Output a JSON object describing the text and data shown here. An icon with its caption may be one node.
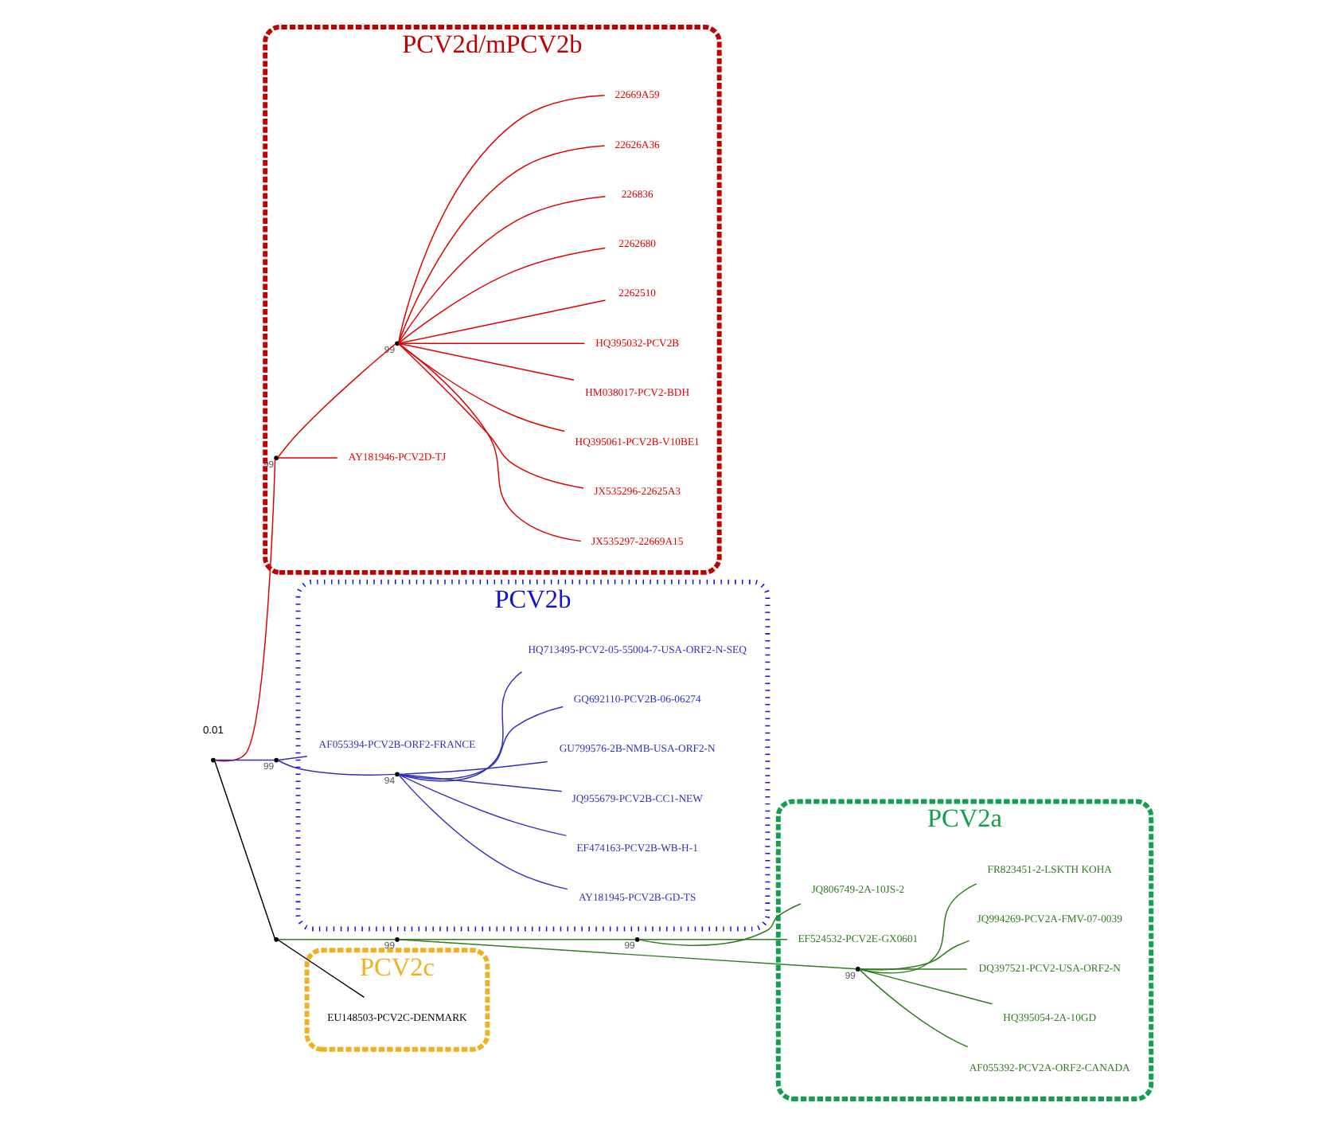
{
  "diagram": {
    "nodes": [
      {
        "text": [
          "PCV2d/mPCV2b"
        ]
      },
      {
        "text": [
          "AY181946-PCV2D-TJ"
        ],
        "in": 0
      },
      {
        "text": [
          "JX535297-22669A15"
        ],
        "in": 0
      },
      {
        "text": [
          "JX535296-22625A3"
        ],
        "in": 0
      },
      {
        "text": [
          "HQ395061-PCV2B-V10BE1"
        ],
        "in": 0
      },
      {
        "text": [
          "HM038017-PCV2-BDH"
        ],
        "in": 0
      },
      {
        "text": [
          "HQ395032-PCV2B"
        ],
        "in": 0
      },
      {
        "text": [
          "2262510"
        ],
        "in": 0
      },
      {
        "text": [
          "2262680"
        ],
        "in": 0
      },
      {
        "text": [
          "226836"
        ],
        "in": 0
      },
      {
        "text": [
          "22626A36"
        ],
        "in": 0
      },
      {
        "text": [
          "22669A59"
        ],
        "in": 0
      },
      {
        "text": [],
        "shape": "point",
        "in": 0,
        "beside": [
          "99"
        ]
      },
      {
        "text": [],
        "shape": "point",
        "in": 0,
        "beside": [
          "99"
        ]
      },
      {
        "text": [
          "PCV2b"
        ]
      },
      {
        "text": [
          "AF055394-PCV2B-ORF2-FRANCE"
        ],
        "in": 14
      },
      {
        "text": [
          "AY181945-PCV2B-GD-TS"
        ],
        "in": 14
      },
      {
        "text": [
          "EF474163-PCV2B-WB-H-1"
        ],
        "in": 14
      },
      {
        "text": [
          "JQ955679-PCV2B-CC1-NEW"
        ],
        "in": 14
      },
      {
        "text": [
          "GU799576-2B-NMB-USA-ORF2-N"
        ],
        "in": 14
      },
      {
        "text": [
          "GQ692110-PCV2B-06-06274"
        ],
        "in": 14
      },
      {
        "text": [
          "HQ713495-PCV2-05-55004-7-USA-ORF2-N-SEQ"
        ],
        "in": 14
      },
      {
        "text": [],
        "shape": "point",
        "in": 14,
        "beside": [
          "94"
        ]
      },
      {
        "text": [],
        "shape": "point"
      },
      {
        "text": [],
        "shape": "point",
        "beside": [
          "99"
        ]
      },
      {
        "text": [],
        "shape": "point"
      },
      {
        "text": [],
        "shape": "point",
        "beside": [
          "99"
        ]
      },
      {
        "text": [],
        "shape": "point",
        "beside": [
          "99"
        ]
      },
      {
        "text": [
          "PCV2a"
        ]
      },
      {
        "text": [
          "JQ806749-2A-10JS-2"
        ],
        "in": 28
      },
      {
        "text": [
          "EF524532-PCV2E-GX0601"
        ],
        "in": 28
      },
      {
        "text": [
          "AF055392-PCV2A-ORF2-CANADA"
        ],
        "in": 28
      },
      {
        "text": [
          "HQ395054-2A-10GD"
        ],
        "in": 28
      },
      {
        "text": [
          "DQ397521-PCV2-USA-ORF2-N"
        ],
        "in": 28
      },
      {
        "text": [
          "JQ994269-PCV2A-FMV-07-0039"
        ],
        "in": 28
      },
      {
        "text": [
          "FR823451-2-LSKTH KOHA"
        ],
        "in": 28
      },
      {
        "text": [],
        "shape": "point",
        "in": 28,
        "beside": [
          "99"
        ]
      },
      {
        "text": [
          "PCV2c"
        ]
      },
      {
        "text": [
          "EU148503-PCV2C-DENMARK"
        ],
        "in": 37
      }
    ],
    "edges": [
      {
        "from": 23,
        "to": 12,
        "arrow": "none",
        "color": "#e00000"
      },
      {
        "from": 12,
        "to": 1,
        "arrow": "none",
        "color": "#e00000"
      },
      {
        "from": 12,
        "to": 13,
        "arrow": "none",
        "color": "#e00000"
      },
      {
        "from": 13,
        "to": 2,
        "arrow": "none",
        "color": "#e00000"
      },
      {
        "from": 13,
        "to": 3,
        "arrow": "none",
        "color": "#e00000"
      },
      {
        "from": 13,
        "to": 4,
        "arrow": "none",
        "color": "#e00000"
      },
      {
        "from": 13,
        "to": 5,
        "arrow": "none",
        "color": "#e00000"
      },
      {
        "from": 13,
        "to": 6,
        "arrow": "none",
        "color": "#e00000"
      },
      {
        "from": 13,
        "to": 7,
        "arrow": "none",
        "color": "#e00000"
      },
      {
        "from": 13,
        "to": 8,
        "arrow": "none",
        "color": "#e00000"
      },
      {
        "from": 13,
        "to": 9,
        "arrow": "none",
        "color": "#e00000"
      },
      {
        "from": 13,
        "to": 10,
        "arrow": "none",
        "color": "#e00000"
      },
      {
        "from": 13,
        "to": 11,
        "arrow": "none",
        "color": "#e00000"
      },
      {
        "from": 23,
        "to": 24,
        "arrow": "none",
        "color": "#3030c0"
      },
      {
        "from": 24,
        "to": 15,
        "arrow": "none",
        "color": "#3030c0"
      },
      {
        "from": 24,
        "to": 22,
        "arrow": "none",
        "color": "#3030c0"
      },
      {
        "from": 22,
        "to": 16,
        "arrow": "none",
        "color": "#3030c0"
      },
      {
        "from": 22,
        "to": 17,
        "arrow": "none",
        "color": "#3030c0"
      },
      {
        "from": 22,
        "to": 18,
        "arrow": "none",
        "color": "#3030c0"
      },
      {
        "from": 22,
        "to": 19,
        "arrow": "none",
        "color": "#3030c0"
      },
      {
        "from": 22,
        "to": 20,
        "arrow": "none",
        "color": "#3030c0"
      },
      {
        "from": 22,
        "to": 21,
        "arrow": "none",
        "color": "#3030c0"
      },
      {
        "from": 23,
        "to": 25,
        "arrow": "none",
        "color": "#000000"
      },
      {
        "from": 25,
        "to": 38,
        "arrow": "none",
        "color": "#000000"
      },
      {
        "from": 25,
        "to": 26,
        "arrow": "none",
        "color": "#2e7d1e"
      },
      {
        "from": 26,
        "to": 27,
        "arrow": "none",
        "color": "#2e7d1e"
      },
      {
        "from": 27,
        "to": 29,
        "arrow": "none",
        "color": "#2e7d1e"
      },
      {
        "from": 27,
        "to": 30,
        "arrow": "none",
        "color": "#2e7d1e"
      },
      {
        "from": 26,
        "to": 36,
        "arrow": "none",
        "color": "#2e7d1e"
      },
      {
        "from": 36,
        "to": 31,
        "arrow": "none",
        "color": "#2e7d1e"
      },
      {
        "from": 36,
        "to": 32,
        "arrow": "none",
        "color": "#2e7d1e"
      },
      {
        "from": 36,
        "to": 33,
        "arrow": "none",
        "color": "#2e7d1e"
      },
      {
        "from": 36,
        "to": 34,
        "arrow": "none",
        "color": "#2e7d1e"
      },
      {
        "from": 36,
        "to": 35,
        "arrow": "none",
        "color": "#2e7d1e"
      }
    ],
    "labels": [
      "0.01"
    ]
  }
}
